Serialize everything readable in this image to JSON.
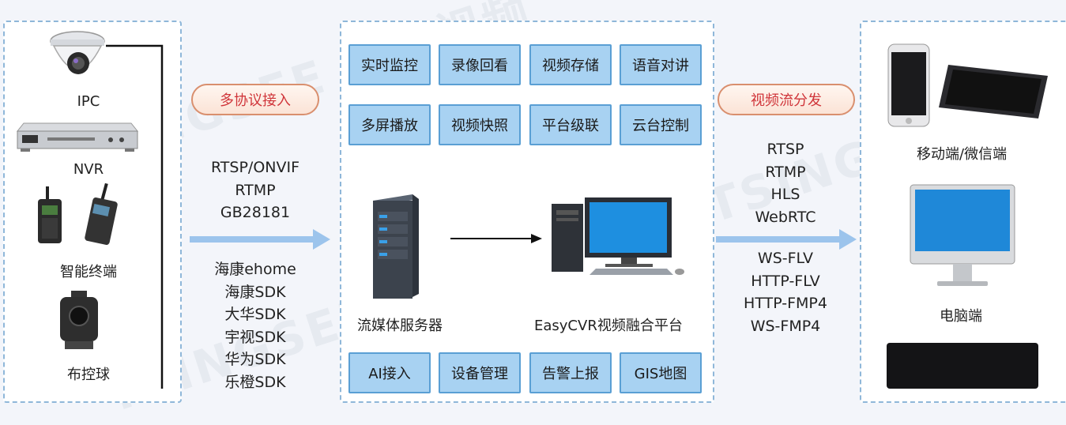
{
  "devices": {
    "ipc": "IPC",
    "nvr": "NVR",
    "terminal": "智能终端",
    "ptz": "布控球"
  },
  "inbound": {
    "pill": "多协议接入",
    "protocols": [
      "RTSP/ONVIF",
      "RTMP",
      "GB28181"
    ],
    "sdks": [
      "海康ehome",
      "海康SDK",
      "大华SDK",
      "宇视SDK",
      "华为SDK",
      "乐橙SDK"
    ]
  },
  "platform": {
    "features_top": [
      "实时监控",
      "录像回看",
      "视频存储",
      "语音对讲",
      "多屏播放",
      "视频快照",
      "平台级联",
      "云台控制"
    ],
    "features_bottom": [
      "AI接入",
      "设备管理",
      "告警上报",
      "GIS地图"
    ],
    "server_label": "流媒体服务器",
    "platform_label": "EasyCVR视频融合平台"
  },
  "outbound": {
    "pill": "视频流分发",
    "protocols_a": [
      "RTSP",
      "RTMP",
      "HLS",
      "WebRTC"
    ],
    "protocols_b": [
      "WS-FLV",
      "HTTP-FLV",
      "HTTP-FMP4",
      "WS-FMP4"
    ]
  },
  "clients": {
    "mobile": "移动端/微信端",
    "pc": "电脑端"
  },
  "watermark_text": "TSINGSEE 青犀视频",
  "colors": {
    "feature_fill": "#a8d2f2",
    "feature_border": "#5a9fd4",
    "pill_text": "#d0353a",
    "arrow": "#9cc4ec",
    "panel_border": "#8fb7d9"
  }
}
